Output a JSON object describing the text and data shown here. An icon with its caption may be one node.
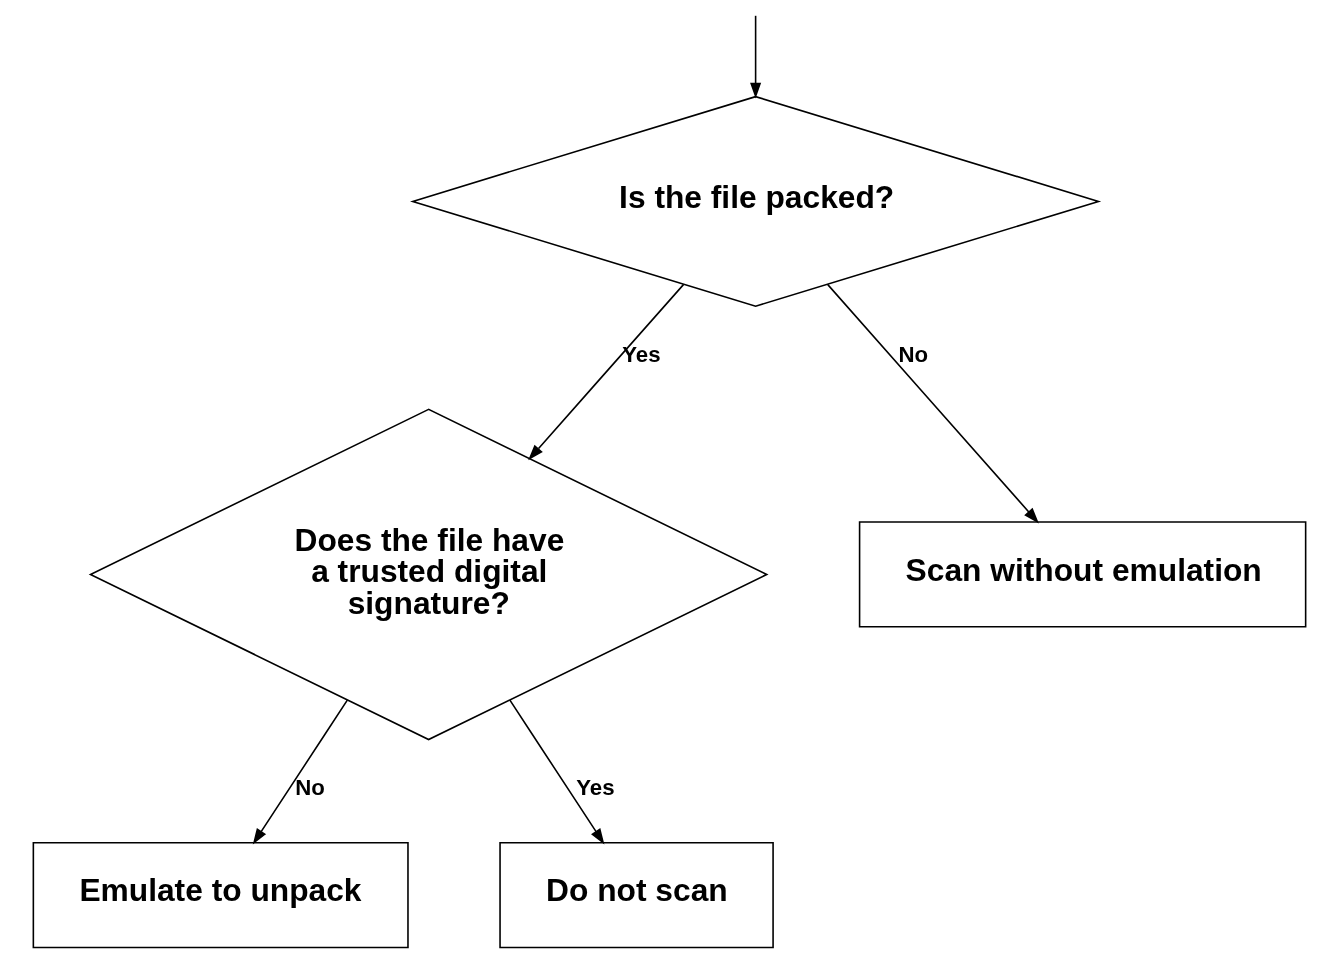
{
  "diagram": {
    "nodes": [
      {
        "text": [
          "Is the file packed?"
        ]
      },
      {
        "text": [
          "Does the file have a trusted digital signature?"
        ]
      },
      {
        "text": [
          "Scan without emulation"
        ]
      },
      {
        "text": [
          "Emulate to unpack"
        ]
      },
      {
        "text": [
          "Do not scan"
        ]
      }
    ],
    "edges": [
      {
        "from": null,
        "to": 0,
        "arrow": "to"
      },
      {
        "from": 0,
        "to": 1,
        "arrow": "to",
        "label": "Yes"
      },
      {
        "from": 0,
        "to": 2,
        "arrow": "to",
        "label": "No"
      },
      {
        "from": 1,
        "to": 3,
        "arrow": "to",
        "label": "No"
      },
      {
        "from": 1,
        "to": 4,
        "arrow": "to",
        "label": "Yes"
      }
    ]
  }
}
